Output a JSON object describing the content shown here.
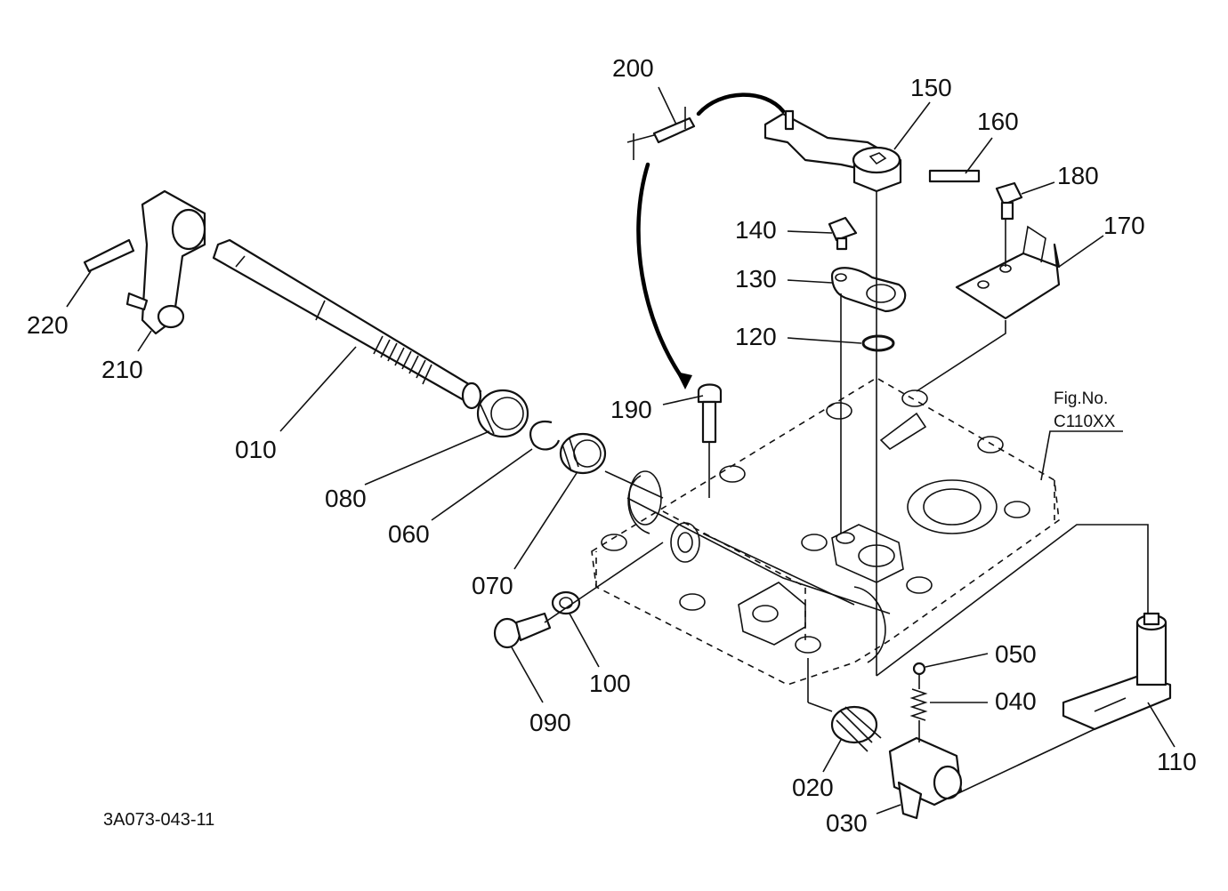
{
  "figure": {
    "fig_no_label": "Fig.No.",
    "fig_no_value": "C110XX",
    "drawing_code": "3A073-043-11"
  },
  "callouts": [
    {
      "id": "010",
      "text": "010"
    },
    {
      "id": "020",
      "text": "020"
    },
    {
      "id": "030",
      "text": "030"
    },
    {
      "id": "040",
      "text": "040"
    },
    {
      "id": "050",
      "text": "050"
    },
    {
      "id": "060",
      "text": "060"
    },
    {
      "id": "070",
      "text": "070"
    },
    {
      "id": "080",
      "text": "080"
    },
    {
      "id": "090",
      "text": "090"
    },
    {
      "id": "100",
      "text": "100"
    },
    {
      "id": "110",
      "text": "110"
    },
    {
      "id": "120",
      "text": "120"
    },
    {
      "id": "130",
      "text": "130"
    },
    {
      "id": "140",
      "text": "140"
    },
    {
      "id": "150",
      "text": "150"
    },
    {
      "id": "160",
      "text": "160"
    },
    {
      "id": "170",
      "text": "170"
    },
    {
      "id": "180",
      "text": "180"
    },
    {
      "id": "190",
      "text": "190"
    },
    {
      "id": "200",
      "text": "200"
    },
    {
      "id": "210",
      "text": "210"
    },
    {
      "id": "220",
      "text": "220"
    }
  ]
}
